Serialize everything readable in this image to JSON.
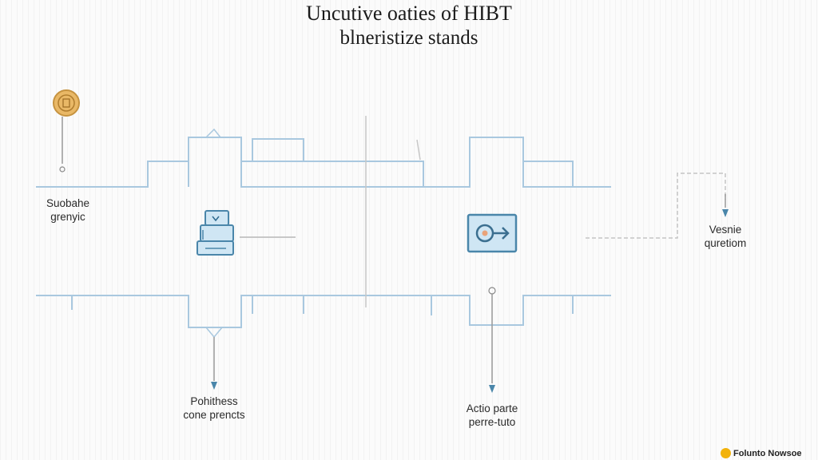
{
  "title": {
    "line1": "Uncutive oaties of HIBT",
    "line2": "blneristize stands"
  },
  "labels": {
    "top_left": [
      "Suobahe",
      "grenyic"
    ],
    "right": [
      "Vesnie",
      "quretiom"
    ],
    "bottom_left": [
      "Pohithess",
      "cone prencts"
    ],
    "bottom_right": [
      "Actio parte",
      "perre-tuto"
    ]
  },
  "icons": {
    "coin": "coin-icon",
    "machine": "machine-icon",
    "arrow_box": "target-arrow-icon",
    "footer_logo": "sun-logo-icon"
  },
  "footer": {
    "brand": "Folunto Nowsoe"
  },
  "colors": {
    "line": "#a9c8df",
    "icon_fill": "#cfe6f4",
    "icon_stroke": "#4a86aa",
    "coin": "#e9b866"
  }
}
